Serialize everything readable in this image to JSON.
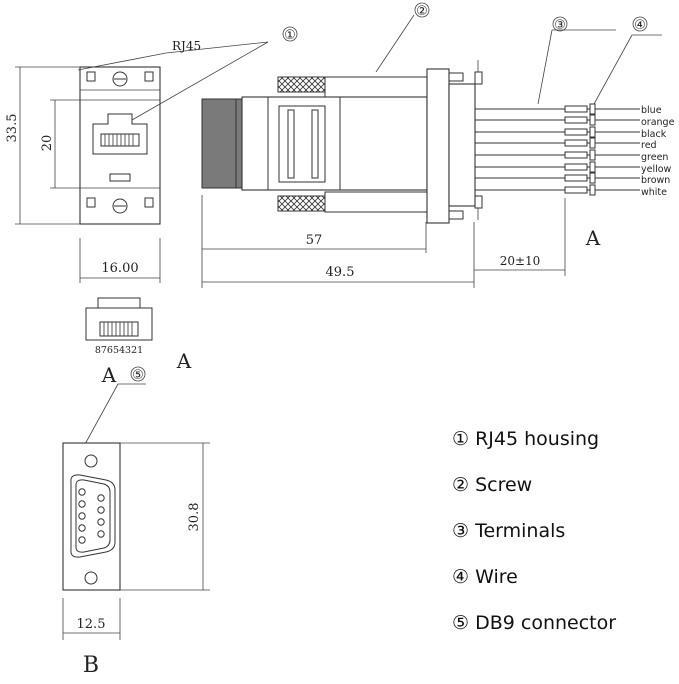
{
  "callouts": {
    "c1": "①",
    "c2": "②",
    "c3": "③",
    "c4": "④",
    "c5": "⑤"
  },
  "front_view": {
    "rj45_label": "RJ45",
    "height_outer": "33.5",
    "height_inner": "20",
    "width": "16.00"
  },
  "pin_view": {
    "pins": "87654321",
    "view_label": "A"
  },
  "side_view": {
    "dim_57": "57",
    "dim_49_5": "49.5",
    "dim_wire": "20±10",
    "view_label": "A",
    "wires": [
      "blue",
      "orange",
      "black",
      "red",
      "green",
      "yellow",
      "brown",
      "white"
    ]
  },
  "db9_view": {
    "height": "30.8",
    "width": "12.5",
    "view_label": "B",
    "marker_label": "A"
  },
  "legend": [
    {
      "num": "①",
      "text": "RJ45 housing"
    },
    {
      "num": "②",
      "text": "Screw"
    },
    {
      "num": "③",
      "text": "Terminals"
    },
    {
      "num": "④",
      "text": "Wire"
    },
    {
      "num": "⑤",
      "text": "DB9 connector"
    }
  ]
}
